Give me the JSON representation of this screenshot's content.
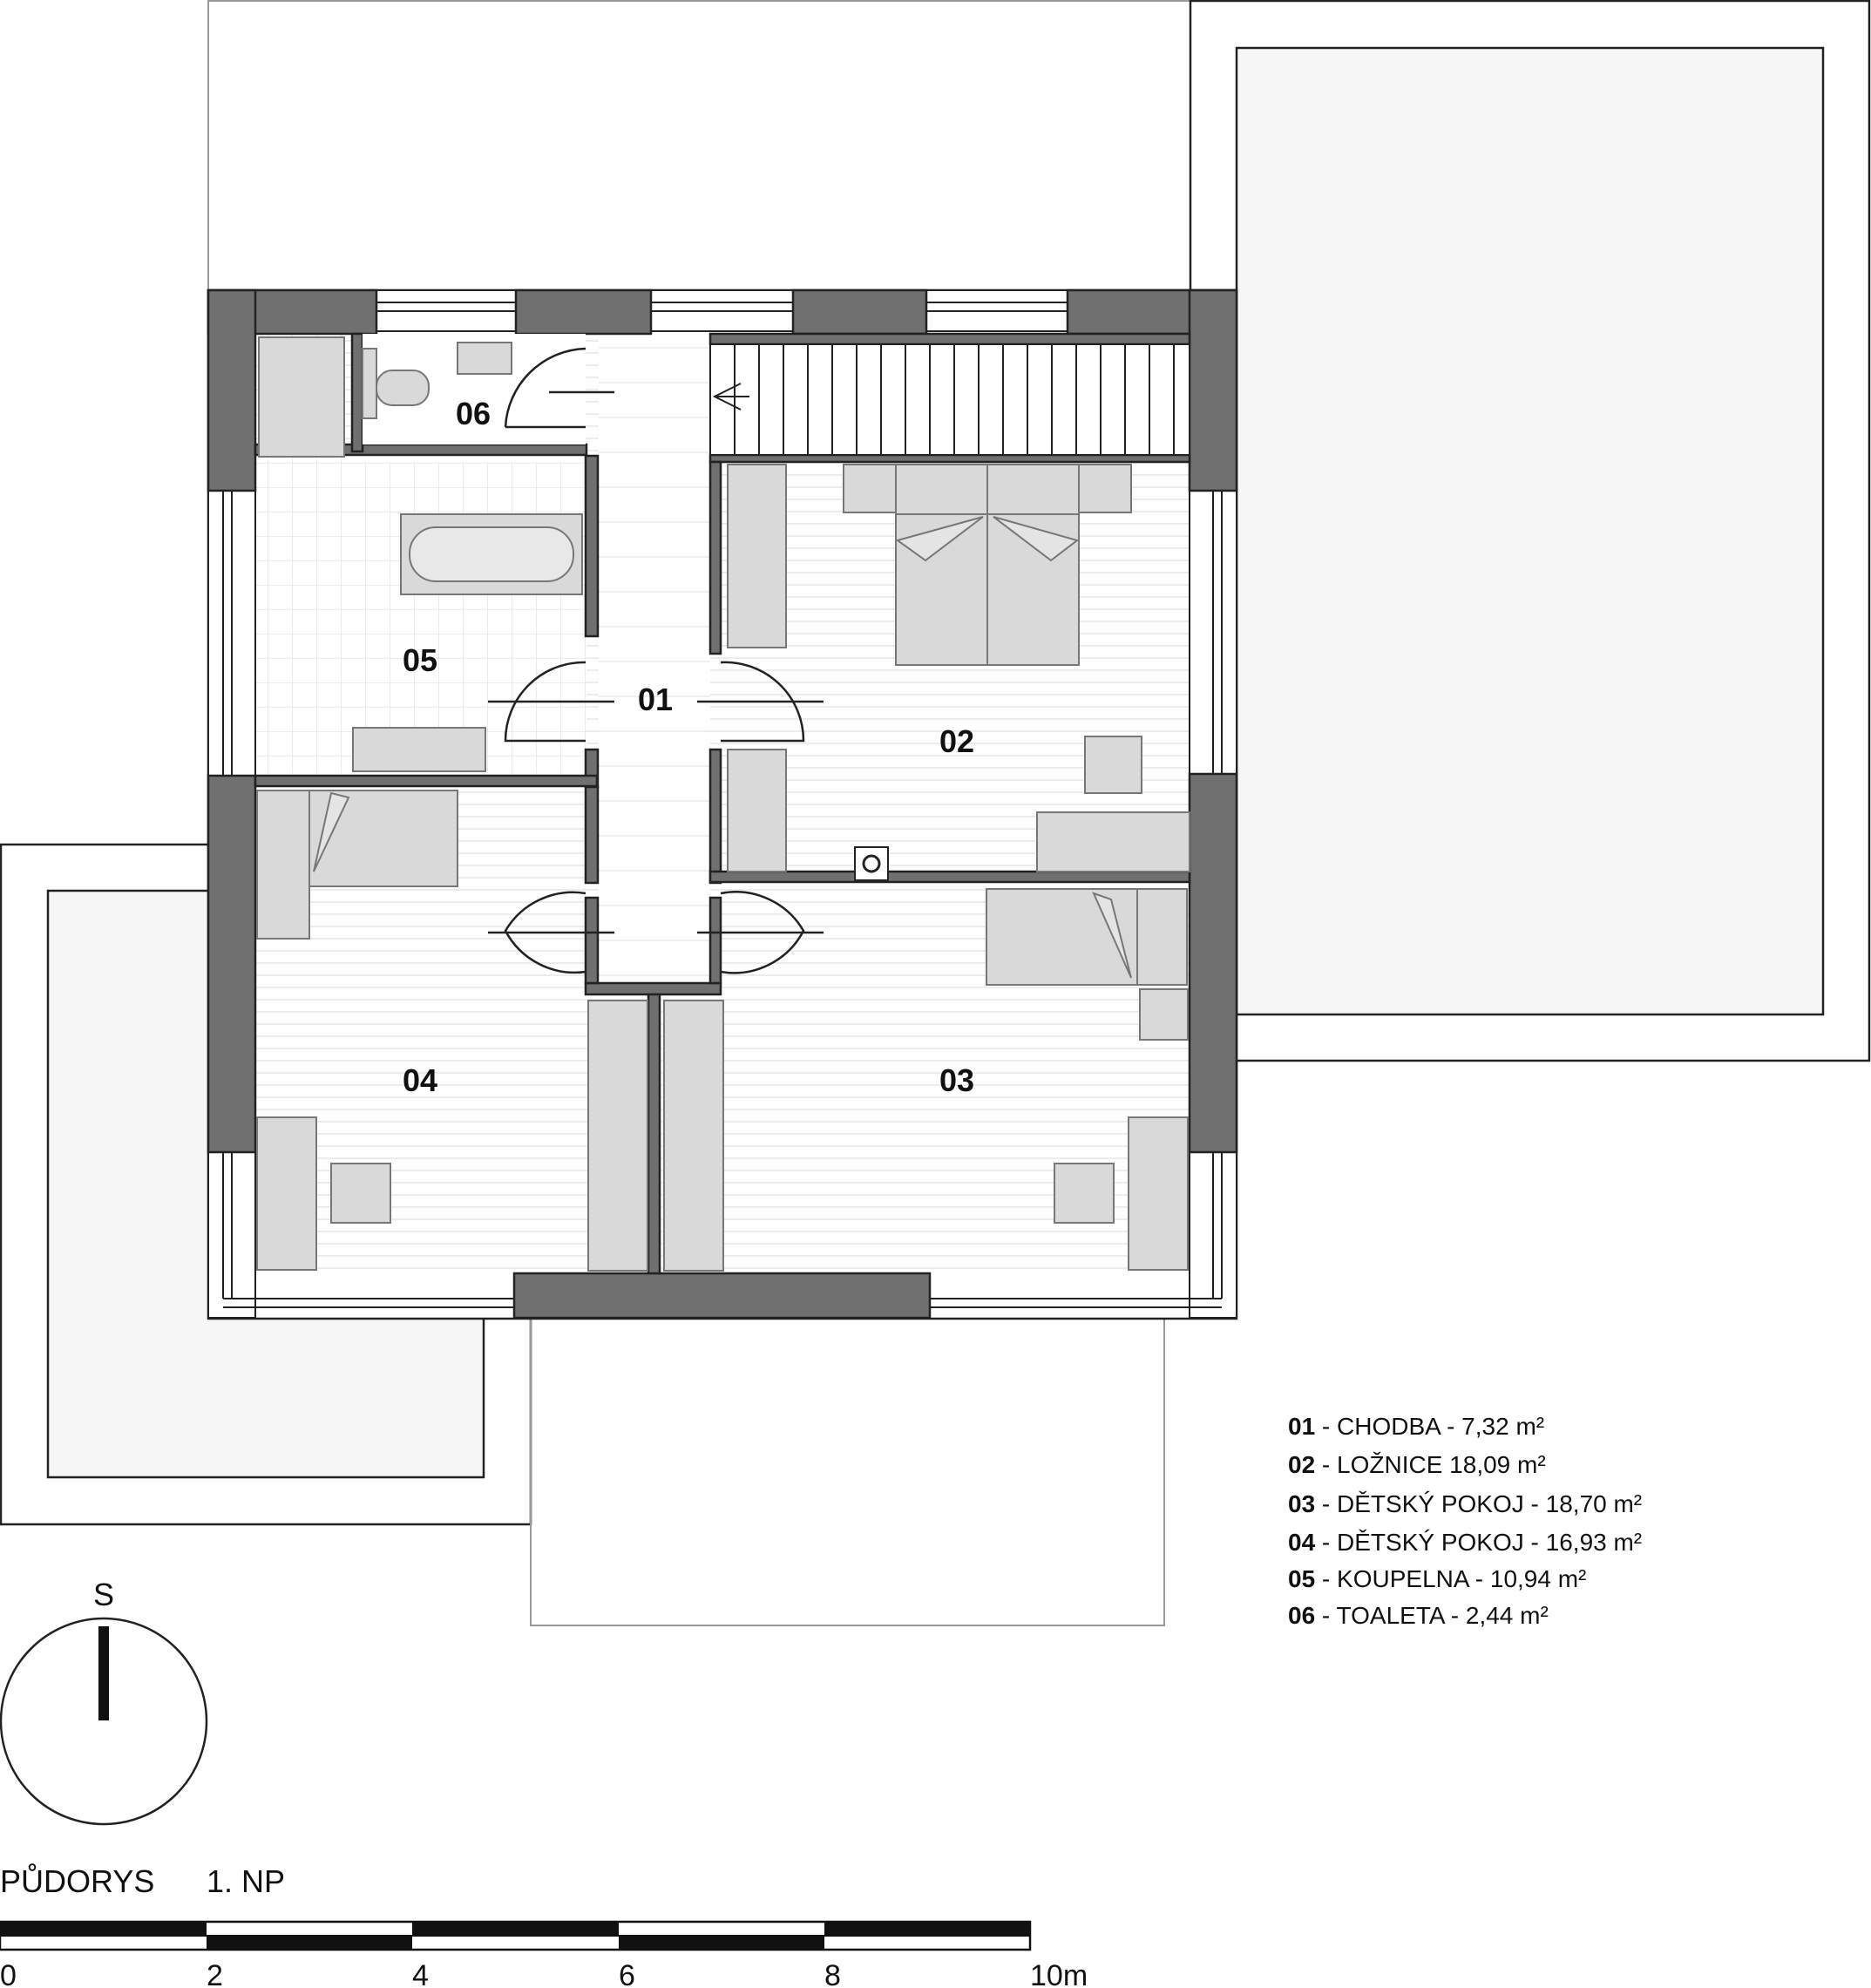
{
  "rooms": [
    {
      "id": "01",
      "name": "CHODBA",
      "area": "7,32 m²",
      "sep": " - "
    },
    {
      "id": "02",
      "name": "LOŽNICE",
      "area": "18,09 m²",
      "sep": " "
    },
    {
      "id": "03",
      "name": "DĚTSKÝ POKOJ",
      "area": "18,70 m²",
      "sep": " - "
    },
    {
      "id": "04",
      "name": "DĚTSKÝ POKOJ",
      "area": "16,93 m²",
      "sep": " - "
    },
    {
      "id": "05",
      "name": "KOUPELNA",
      "area": "10,94 m²",
      "sep": " - "
    },
    {
      "id": "06",
      "name": "TOALETA",
      "area": "2,44 m²",
      "sep": " - "
    }
  ],
  "legend_lines": [
    {
      "num": "01",
      "text": " - CHODBA - 7,32 m²"
    },
    {
      "num": "02",
      "text": " - LOŽNICE 18,09 m²"
    },
    {
      "num": "03",
      "text": " - DĚTSKÝ POKOJ - 18,70 m²"
    },
    {
      "num": "04",
      "text": " - DĚTSKÝ POKOJ - 16,93 m²"
    },
    {
      "num": "05",
      "text": " - KOUPELNA - 10,94 m²"
    },
    {
      "num": "06",
      "text": " - TOALETA - 2,44 m²"
    }
  ],
  "drawing_title": {
    "main": "PŮDORYS",
    "floor": "1. NP"
  },
  "compass": {
    "label": "S"
  },
  "scale_bar": {
    "labels": [
      "0",
      "2",
      "4",
      "6",
      "8",
      "10m"
    ]
  },
  "colors": {
    "wall": "#707070",
    "furniture": "#d9d9d9",
    "floor_lines": "#e4e4e4",
    "terrace": "#f6f6f6",
    "line": "#222222"
  }
}
